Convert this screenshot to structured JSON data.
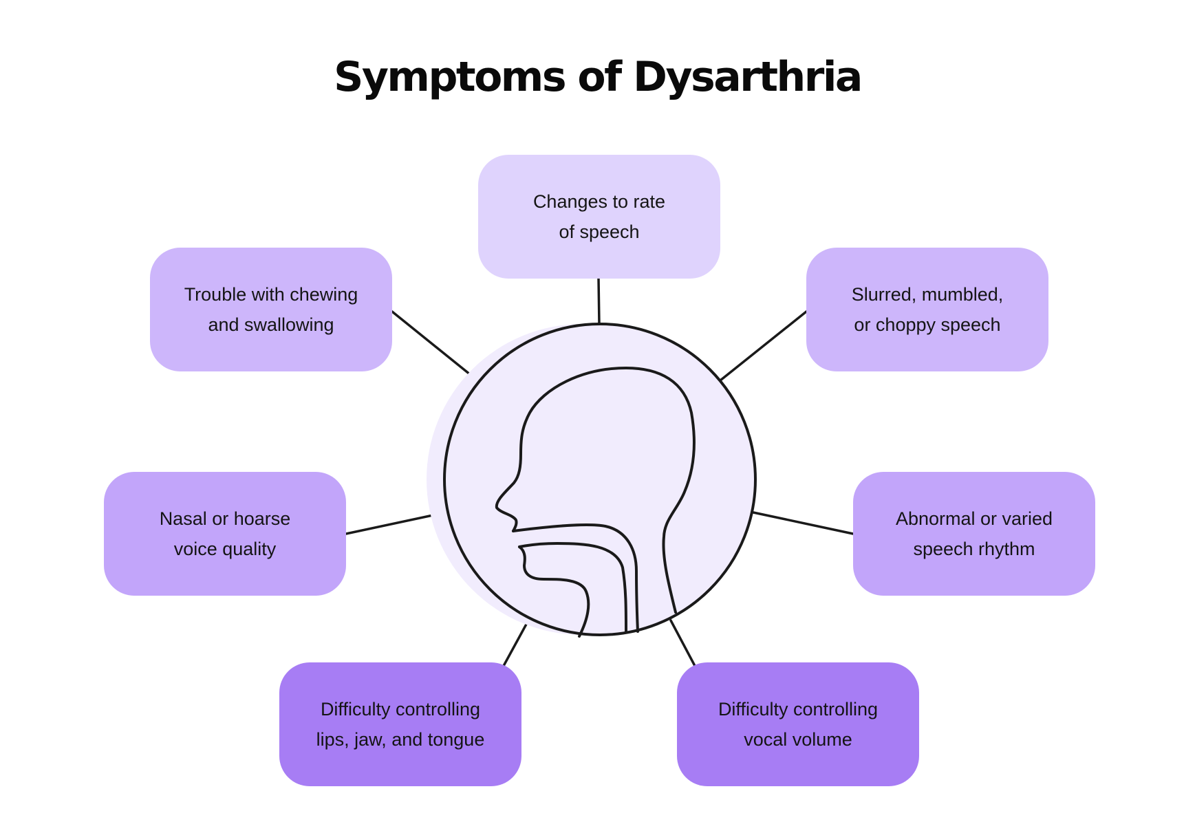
{
  "title": "Symptoms of Dysarthria",
  "colors": {
    "shade_1": "#dfd3fd",
    "shade_2": "#cdb6fb",
    "shade_3": "#c2a5fa",
    "shade_4": "#a77df4",
    "circle_fill": "#f1ecfd",
    "outline": "#1a1a1a"
  },
  "center": {
    "icon": "head-throat-profile-icon"
  },
  "symptoms": [
    {
      "id": "rate",
      "label": "Changes to rate\nof speech"
    },
    {
      "id": "chewing",
      "label": "Trouble with chewing\nand swallowing"
    },
    {
      "id": "slurred",
      "label": "Slurred, mumbled,\nor choppy speech"
    },
    {
      "id": "nasal",
      "label": "Nasal or hoarse\nvoice quality"
    },
    {
      "id": "rhythm",
      "label": "Abnormal or varied\nspeech rhythm"
    },
    {
      "id": "lips",
      "label": "Difficulty controlling\nlips, jaw, and tongue"
    },
    {
      "id": "volume",
      "label": "Difficulty controlling\nvocal volume"
    }
  ]
}
